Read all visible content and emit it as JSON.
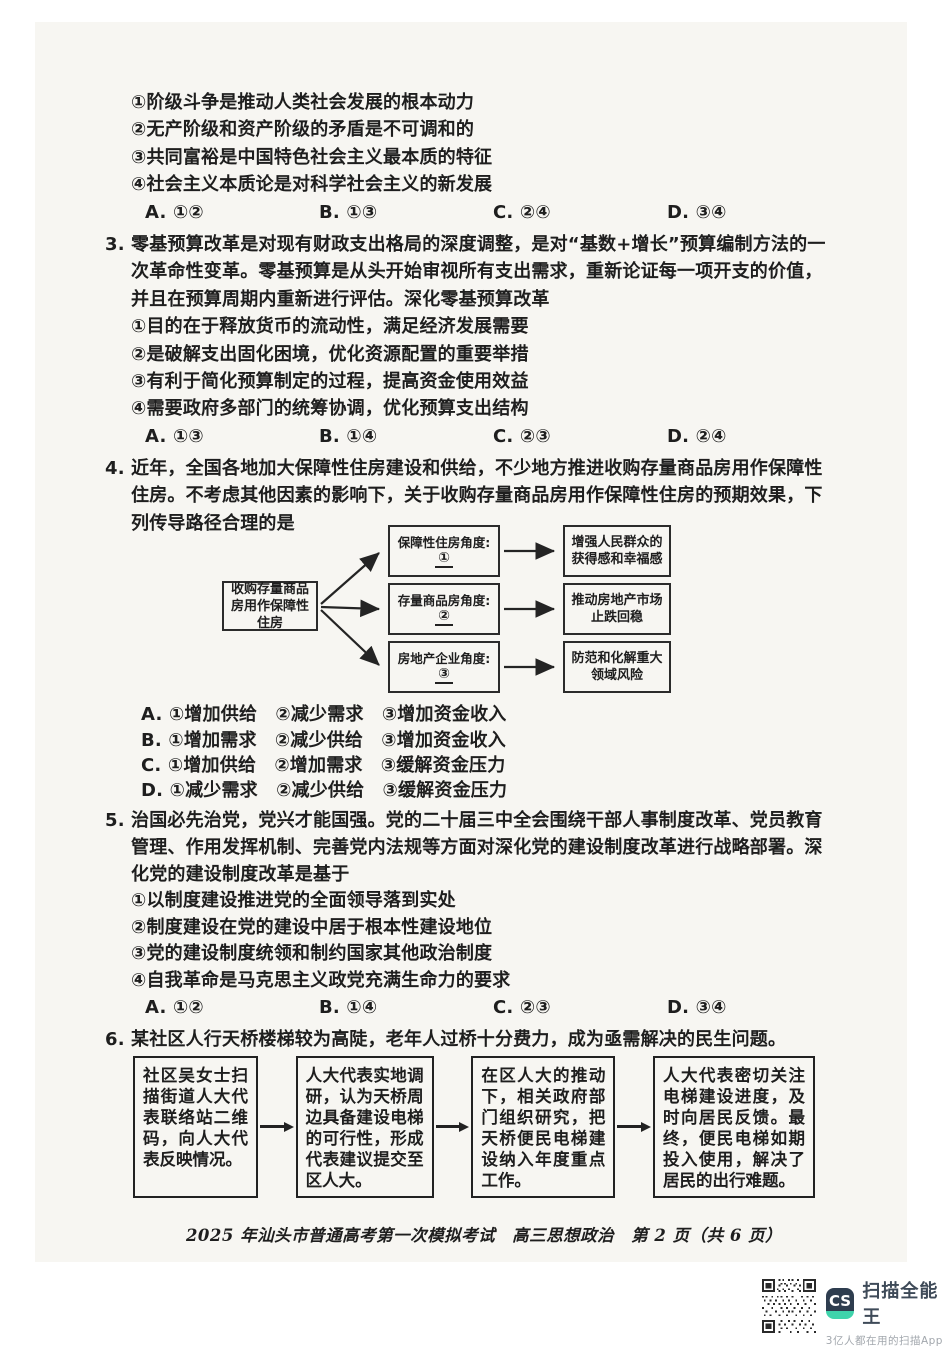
{
  "colors": {
    "page_bg": "#ffffff",
    "sheet_bg": "#f7f6f2",
    "ink": "#1e1e1e",
    "watermark_navy": "#2e3d4f",
    "watermark_teal": "#3fd3ab"
  },
  "q2": {
    "items": [
      "①阶级斗争是推动人类社会发展的根本动力",
      "②无产阶级和资产阶级的矛盾是不可调和的",
      "③共同富裕是中国特色社会主义最本质的特征",
      "④社会主义本质论是对科学社会主义的新发展"
    ],
    "options": [
      "A. ①②",
      "B. ①③",
      "C. ②④",
      "D. ③④"
    ]
  },
  "q3": {
    "number": "3.",
    "lines": [
      "零基预算改革是对现有财政支出格局的深度调整，是对“基数+增长”预算编制方法的一",
      "次革命性变革。零基预算是从头开始审视所有支出需求，重新论证每一项开支的价值，",
      "并且在预算周期内重新进行评估。深化零基预算改革"
    ],
    "items": [
      "①目的在于释放货币的流动性，满足经济发展需要",
      "②是破解支出固化困境，优化资源配置的重要举措",
      "③有利于简化预算制定的过程，提高资金使用效益",
      "④需要政府多部门的统筹协调，优化预算支出结构"
    ],
    "options": [
      "A. ①③",
      "B. ①④",
      "C. ②③",
      "D. ②④"
    ]
  },
  "q4": {
    "number": "4.",
    "lines": [
      "近年，全国各地加大保障性住房建设和供给，不少地方推进收购存量商品房用作保障性",
      "住房。不考虑其他因素的影响下，关于收购存量商品房用作保障性住房的预期效果，下",
      "列传导路径合理的是"
    ],
    "diagram": {
      "source": "收购存量商品房用作保障性住房",
      "angles": [
        {
          "title": "保障性住房角度:",
          "mark": "①"
        },
        {
          "title": "存量商品房角度:",
          "mark": "②"
        },
        {
          "title": "房地产企业角度:",
          "mark": "③"
        }
      ],
      "effects": [
        "增强人民群众的获得感和幸福感",
        "推动房地产市场止跌回稳",
        "防范和化解重大领域风险"
      ]
    },
    "options": [
      "A. ①增加供给　②减少需求　③增加资金收入",
      "B. ①增加需求　②减少供给　③增加资金收入",
      "C. ①增加供给　②增加需求　③缓解资金压力",
      "D. ①减少需求　②减少供给　③缓解资金压力"
    ]
  },
  "q5": {
    "number": "5.",
    "lines": [
      "治国必先治党，党兴才能国强。党的二十届三中全会围绕干部人事制度改革、党员教育",
      "管理、作用发挥机制、完善党内法规等方面对深化党的建设制度改革进行战略部署。深",
      "化党的建设制度改革是基于"
    ],
    "items": [
      "①以制度建设推进党的全面领导落到实处",
      "②制度建设在党的建设中居于根本性建设地位",
      "③党的建设制度统领和制约国家其他政治制度",
      "④自我革命是马克思主义政党充满生命力的要求"
    ],
    "options": [
      "A. ①②",
      "B. ①④",
      "C. ②③",
      "D. ③④"
    ]
  },
  "q6": {
    "number": "6.",
    "stem": "某社区人行天桥楼梯较为高陡，老年人过桥十分费力，成为亟需解决的民生问题。",
    "flow": [
      "社区吴女士扫描街道人大代表联络站二维码，向人大代表反映情况。",
      "人大代表实地调研，认为天桥周边具备建设电梯的可行性，形成代表建议提交至区人大。",
      "在区人大的推动下，相关政府部门组织研究，把天桥便民电梯建设纳入年度重点工作。",
      "人大代表密切关注电梯建设进度，及时向居民反馈。最终，便民电梯如期投入使用，解决了居民的出行难题。"
    ]
  },
  "footer": {
    "text": "2025 年汕头市普通高考第一次模拟考试　高三思想政治　第 2 页（共 6 页）"
  },
  "watermark": {
    "logo_text": "CS",
    "title": "扫描全能王",
    "subtitle": "3亿人都在用的扫描App"
  }
}
